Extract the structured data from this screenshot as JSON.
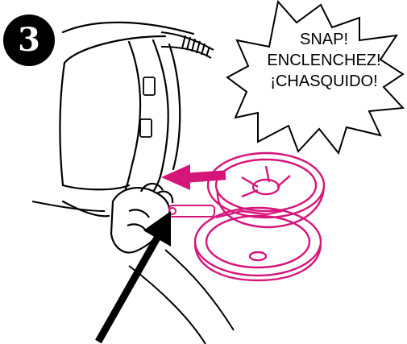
{
  "step": {
    "number": "3"
  },
  "callout": {
    "lines": [
      "SNAP!",
      "ENCLENCHEZ!",
      "¡CHASQUIDO!"
    ]
  },
  "colors": {
    "accent": "#d6157a",
    "ink": "#000000",
    "background": "#ffffff"
  },
  "icons": {
    "motion_arrow": "pink-arrow-left",
    "pointer_arrow": "black-arrow-up-right"
  }
}
